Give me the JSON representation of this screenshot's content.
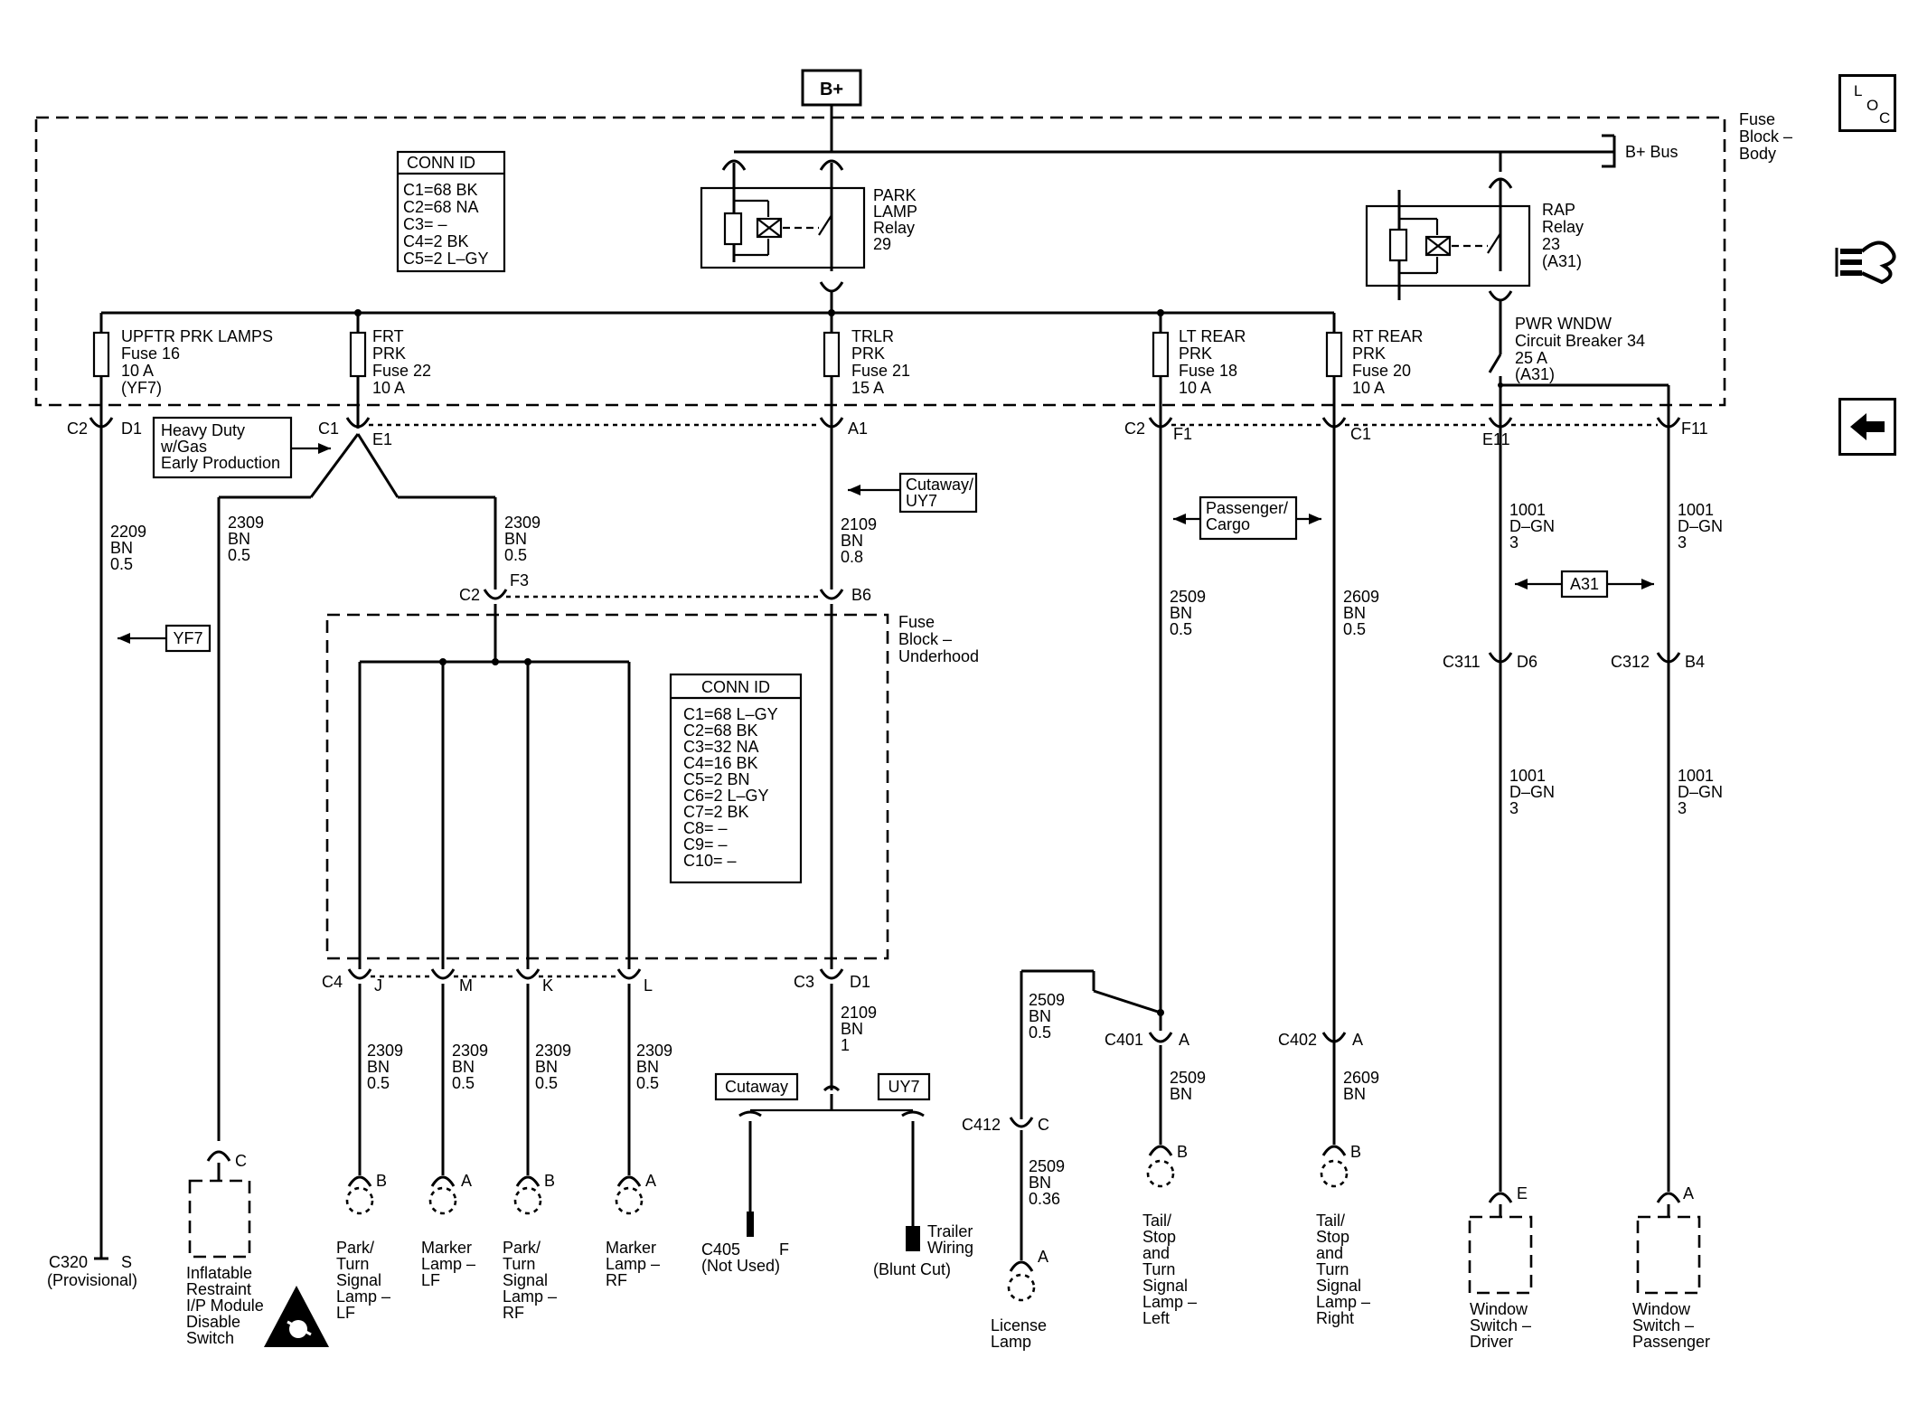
{
  "top": {
    "source": "B+",
    "bus_label": "B+ Bus",
    "fuse_block_body": [
      "Fuse",
      "Block –",
      "Body"
    ]
  },
  "conn_id_body": {
    "title": "CONN ID",
    "rows": [
      "C1=68 BK",
      "C2=68 NA",
      "C3= –",
      "C4=2 BK",
      "C5=2 L–GY"
    ]
  },
  "park_relay": {
    "lines": [
      "PARK",
      "LAMP",
      "Relay",
      "29"
    ]
  },
  "rap_relay": {
    "lines": [
      "RAP",
      "Relay",
      "23",
      "(A31)"
    ]
  },
  "fuses": [
    {
      "lines": [
        "UPFTR PRK LAMPS",
        "Fuse 16",
        "10 A",
        "(YF7)"
      ]
    },
    {
      "lines": [
        "FRT",
        "PRK",
        "Fuse 22",
        "10 A"
      ]
    },
    {
      "lines": [
        "TRLR",
        "PRK",
        "Fuse 21",
        "15 A"
      ]
    },
    {
      "lines": [
        "LT REAR",
        "PRK",
        "Fuse 18",
        "10 A"
      ]
    },
    {
      "lines": [
        "RT REAR",
        "PRK",
        "Fuse 20",
        "10 A"
      ]
    }
  ],
  "breaker": {
    "lines": [
      "PWR WNDW",
      "Circuit Breaker 34",
      "25 A",
      "(A31)"
    ]
  },
  "connectors": {
    "c2_d1": [
      "C2",
      "D1"
    ],
    "c1_e1": [
      "C1",
      "E1"
    ],
    "a1": "A1",
    "c2_f1": [
      "C2",
      "F1"
    ],
    "c1_right": "C1",
    "e11": "E11",
    "f11": "F11",
    "c2_f3": [
      "C2",
      "F3"
    ],
    "b6": "B6",
    "c311": [
      "C311",
      "D6"
    ],
    "c312": [
      "C312",
      "B4"
    ],
    "c4_pins": [
      "C4",
      "J",
      "M",
      "K",
      "L"
    ],
    "c3_d1": [
      "C3",
      "D1"
    ],
    "c401": [
      "C401",
      "A"
    ],
    "c402": [
      "C402",
      "A"
    ],
    "c412": [
      "C412",
      "C"
    ],
    "c405": [
      "C405",
      "F",
      "(Not Used)"
    ],
    "c320": [
      "C320",
      "S",
      "(Provisional)"
    ]
  },
  "notes": {
    "heavy_duty": [
      "Heavy Duty",
      "w/Gas",
      "Early Production"
    ],
    "cutaway_uy7": [
      "Cutaway/",
      "UY7"
    ],
    "yf7": "YF7",
    "passenger_cargo": [
      "Passenger/",
      "Cargo"
    ],
    "a31": "A31",
    "cutaway": "Cutaway",
    "uy7": "UY7"
  },
  "underhood": {
    "label": [
      "Fuse",
      "Block –",
      "Underhood"
    ],
    "conn_title": "CONN ID",
    "conn_rows": [
      "C1=68 L–GY",
      "C2=68 BK",
      "C3=32 NA",
      "C4=16 BK",
      "C5=2 BN",
      "C6=2 L–GY",
      "C7=2 BK",
      "C8= –",
      "C9= –",
      "C10= –"
    ]
  },
  "wires": {
    "w2209": [
      "2209",
      "BN",
      "0.5"
    ],
    "w2309_left": [
      "2309",
      "BN",
      "0.5"
    ],
    "w2309_mid": [
      "2309",
      "BN",
      "0.5"
    ],
    "w2109_top": [
      "2109",
      "BN",
      "0.8"
    ],
    "w2509_top": [
      "2509",
      "BN",
      "0.5"
    ],
    "w2609_top": [
      "2609",
      "BN",
      "0.5"
    ],
    "w1001_e": [
      "1001",
      "D–GN",
      "3"
    ],
    "w1001_f": [
      "1001",
      "D–GN",
      "3"
    ],
    "w1001_e2": [
      "1001",
      "D–GN",
      "3"
    ],
    "w1001_f2": [
      "1001",
      "D–GN",
      "3"
    ],
    "w2309_j": [
      "2309",
      "BN",
      "0.5"
    ],
    "w2309_m": [
      "2309",
      "BN",
      "0.5"
    ],
    "w2309_k": [
      "2309",
      "BN",
      "0.5"
    ],
    "w2309_l": [
      "2309",
      "BN",
      "0.5"
    ],
    "w2109_bot": [
      "2109",
      "BN",
      "1"
    ],
    "w2509_lic": [
      "2509",
      "BN",
      "0.5"
    ],
    "w2509_lic2": [
      "2509",
      "BN",
      "0.36"
    ],
    "w2509_left": [
      "2509",
      "BN"
    ],
    "w2609_right": [
      "2609",
      "BN"
    ]
  },
  "components": {
    "inflatable": {
      "pin": "C",
      "lines": [
        "Inflatable",
        "Restraint",
        "I/P Module",
        "Disable",
        "Switch"
      ]
    },
    "park_lf": {
      "pin": "B",
      "lines": [
        "Park/",
        "Turn",
        "Signal",
        "Lamp –",
        "LF"
      ]
    },
    "marker_lf": {
      "pin": "A",
      "lines": [
        "Marker",
        "Lamp –",
        "LF"
      ]
    },
    "park_rf": {
      "pin": "B",
      "lines": [
        "Park/",
        "Turn",
        "Signal",
        "Lamp –",
        "RF"
      ]
    },
    "marker_rf": {
      "pin": "A",
      "lines": [
        "Marker",
        "Lamp –",
        "RF"
      ]
    },
    "trailer": {
      "lines": [
        "Trailer",
        "Wiring",
        "(Blunt Cut)"
      ]
    },
    "license": {
      "pin": "A",
      "lines": [
        "License",
        "Lamp"
      ]
    },
    "tail_left": {
      "pin": "B",
      "lines": [
        "Tail/",
        "Stop",
        "and",
        "Turn",
        "Signal",
        "Lamp –",
        "Left"
      ]
    },
    "tail_right": {
      "pin": "B",
      "lines": [
        "Tail/",
        "Stop",
        "and",
        "Turn",
        "Signal",
        "Lamp –",
        "Right"
      ]
    },
    "win_driver": {
      "pin": "E",
      "lines": [
        "Window",
        "Switch –",
        "Driver"
      ]
    },
    "win_pass": {
      "pin": "A",
      "lines": [
        "Window",
        "Switch –",
        "Passenger"
      ]
    }
  },
  "side": {
    "loc_icon": "loc-icon",
    "loc_letters": [
      "L",
      "O",
      "C"
    ],
    "harness_icon": "harness-icon",
    "back_icon": "back-arrow-icon"
  }
}
